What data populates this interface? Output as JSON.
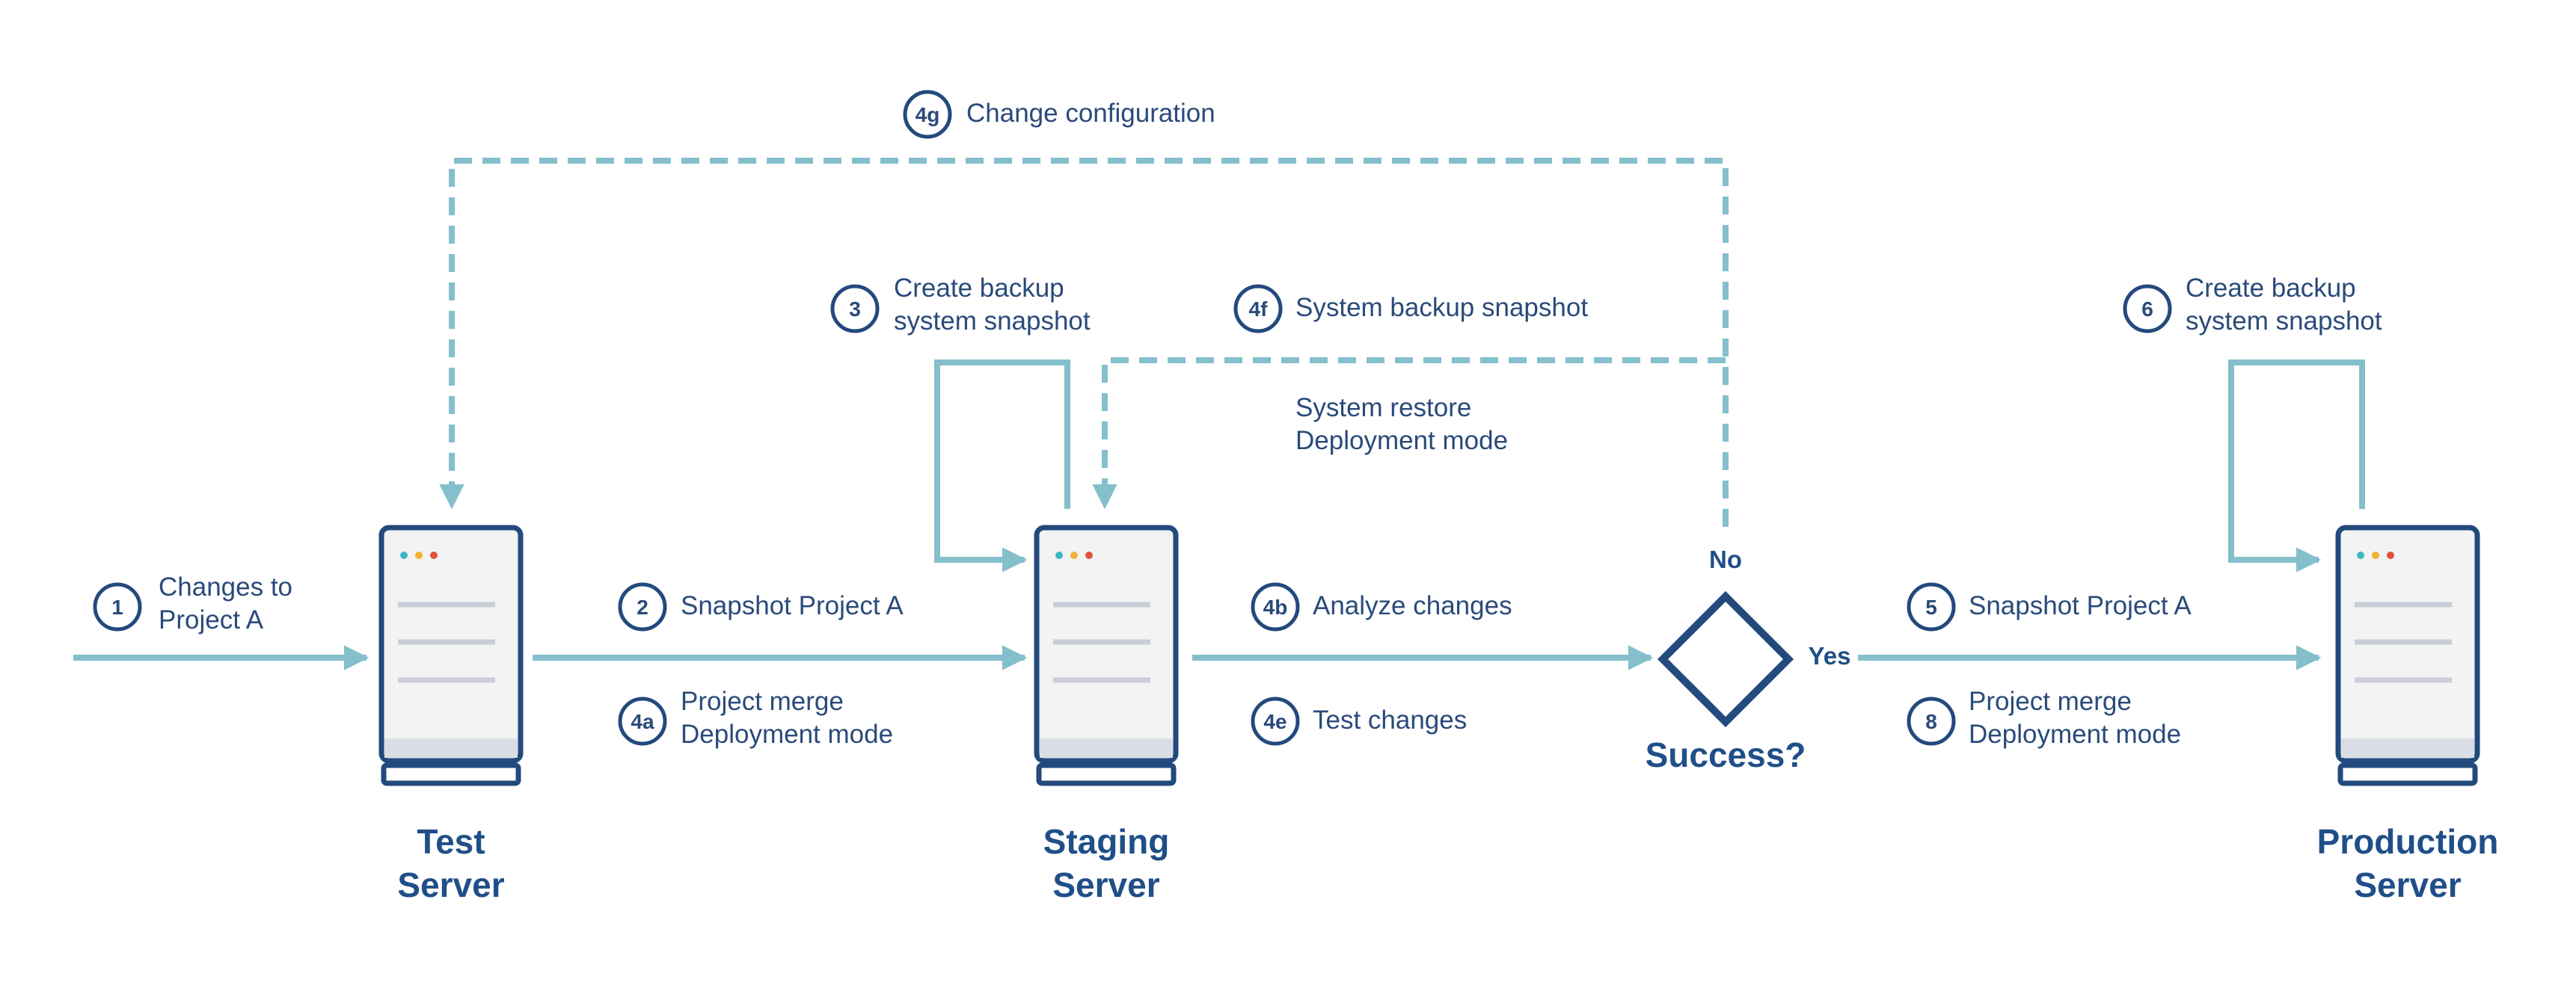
{
  "colors": {
    "flow": "#85bfcc",
    "navy": "#234a7d",
    "text": "#2a4a7a",
    "server_body": "#f3f3f4",
    "server_base": "#d9dde5",
    "server_line": "#c9ced9",
    "dot_teal": "#3fb8c6",
    "dot_yellow": "#f2b233",
    "dot_red": "#e0503a"
  },
  "servers": [
    {
      "id": "test",
      "title_line1": "Test",
      "title_line2": "Server"
    },
    {
      "id": "staging",
      "title_line1": "Staging",
      "title_line2": "Server"
    },
    {
      "id": "production",
      "title_line1": "Production",
      "title_line2": "Server"
    }
  ],
  "decision": {
    "title": "Success?",
    "yes_label": "Yes",
    "no_label": "No"
  },
  "steps": [
    {
      "badge": "1",
      "line1": "Changes to",
      "line2": "Project A"
    },
    {
      "badge": "2",
      "line1": "Snapshot Project A",
      "line2": ""
    },
    {
      "badge": "4a",
      "line1": "Project merge",
      "line2": "Deployment mode"
    },
    {
      "badge": "3",
      "line1": "Create backup",
      "line2": "system snapshot"
    },
    {
      "badge": "4b",
      "line1": "Analyze changes",
      "line2": ""
    },
    {
      "badge": "4e",
      "line1": "Test changes",
      "line2": ""
    },
    {
      "badge": "4f",
      "line1": "System backup snapshot",
      "line2": ""
    },
    {
      "badge": "",
      "line1": "System restore",
      "line2": "Deployment mode"
    },
    {
      "badge": "4g",
      "line1": "Change configuration",
      "line2": ""
    },
    {
      "badge": "5",
      "line1": "Snapshot Project A",
      "line2": ""
    },
    {
      "badge": "8",
      "line1": "Project merge",
      "line2": "Deployment mode"
    },
    {
      "badge": "6",
      "line1": "Create backup",
      "line2": "system snapshot"
    }
  ]
}
